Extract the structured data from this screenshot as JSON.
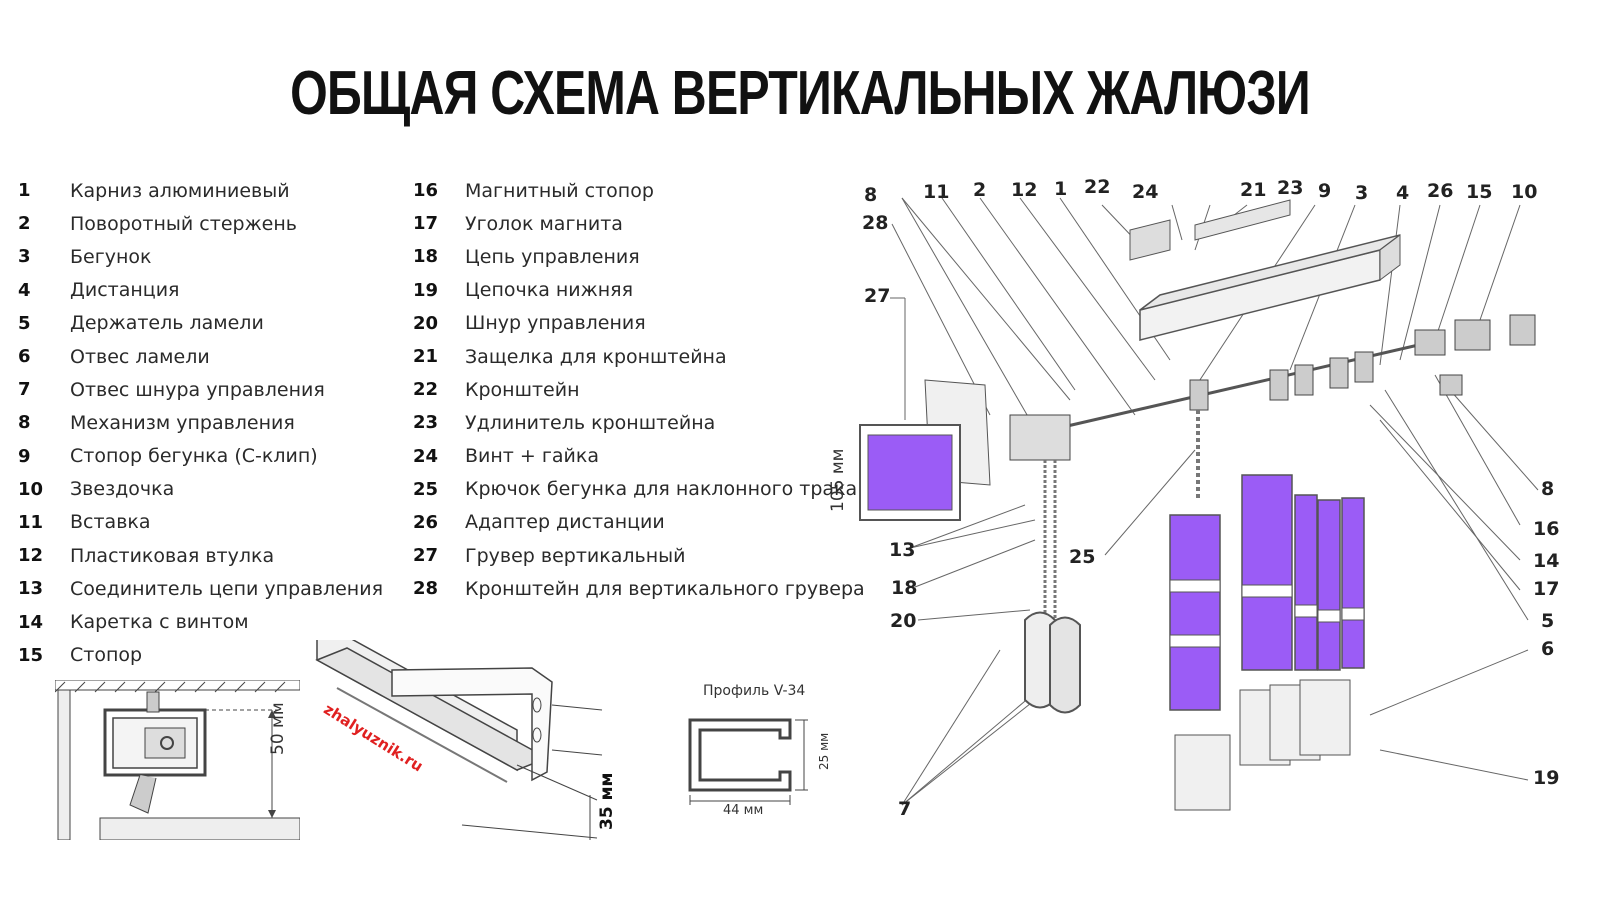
{
  "title": "ОБЩАЯ СХЕМА ВЕРТИКАЛЬНЫХ ЖАЛЮЗИ",
  "legend": [
    {
      "num": "1",
      "label": "Карниз алюминиевый"
    },
    {
      "num": "2",
      "label": "Поворотный стержень"
    },
    {
      "num": "3",
      "label": "Бегунок"
    },
    {
      "num": "4",
      "label": "Дистанция"
    },
    {
      "num": "5",
      "label": "Держатель ламели"
    },
    {
      "num": "6",
      "label": "Отвес ламели"
    },
    {
      "num": "7",
      "label": "Отвес шнура управления"
    },
    {
      "num": "8",
      "label": "Механизм управления"
    },
    {
      "num": "9",
      "label": "Стопор бегунка (С-клип)"
    },
    {
      "num": "10",
      "label": "Звездочка"
    },
    {
      "num": "11",
      "label": "Вставка"
    },
    {
      "num": "12",
      "label": "Пластиковая втулка"
    },
    {
      "num": "13",
      "label": "Соединитель цепи управления"
    },
    {
      "num": "14",
      "label": "Каретка с винтом"
    },
    {
      "num": "15",
      "label": "Стопор"
    },
    {
      "num": "16",
      "label": "Магнитный стопор"
    },
    {
      "num": "17",
      "label": "Уголок магнита"
    },
    {
      "num": "18",
      "label": "Цепь управления"
    },
    {
      "num": "19",
      "label": "Цепочка нижняя"
    },
    {
      "num": "20",
      "label": "Шнур управления"
    },
    {
      "num": "21",
      "label": "Защелка для кронштейна"
    },
    {
      "num": "22",
      "label": "Кронштейн"
    },
    {
      "num": "23",
      "label": "Удлинитель кронштейна"
    },
    {
      "num": "24",
      "label": "Винт + гайка"
    },
    {
      "num": "25",
      "label": "Крючок бегунка для наклонного трака"
    },
    {
      "num": "26",
      "label": "Адаптер дистанции"
    },
    {
      "num": "27",
      "label": "Грувер вертикальный"
    },
    {
      "num": "28",
      "label": "Кронштейн для вертикального грувера"
    }
  ],
  "callouts": {
    "top": [
      "8",
      "11",
      "2",
      "12",
      "1",
      "22",
      "24",
      "21",
      "23",
      "9",
      "3",
      "4",
      "26",
      "15",
      "10"
    ],
    "left": [
      "28",
      "27",
      "13",
      "18",
      "20",
      "7"
    ],
    "mid": [
      "25"
    ],
    "right": [
      "8",
      "16",
      "14",
      "17",
      "5",
      "6",
      "19"
    ]
  },
  "dimensions": {
    "groover_height": "105 мм",
    "section_height": "50 мм",
    "bracket_height": "35 мм",
    "profile_title": "Профиль V-34",
    "profile_height": "25 мм",
    "profile_width": "44 мм"
  },
  "watermark": "zhalyuznik.ru",
  "colors": {
    "slat": "#9b5cf6",
    "line": "#555555",
    "frame": "#d8d8d8"
  }
}
